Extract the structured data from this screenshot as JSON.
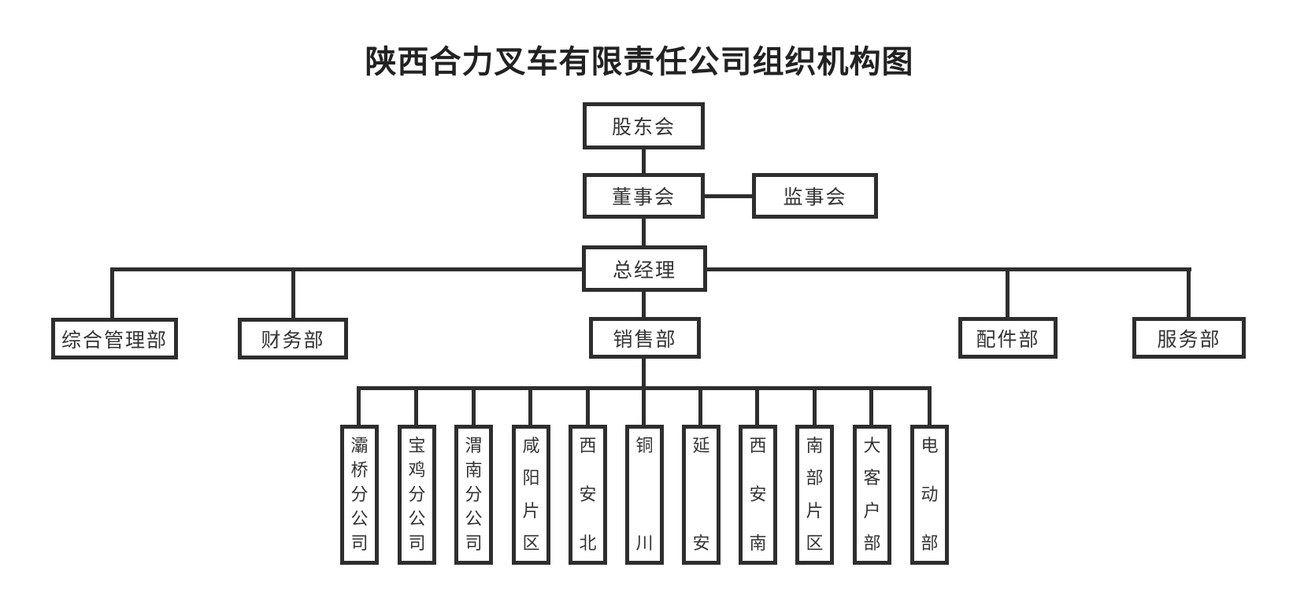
{
  "page": {
    "title": "陕西合力叉车有限责任公司组织机构图"
  },
  "theme": {
    "line_color": "#2e2e2e",
    "text_color": "#333333",
    "title_color": "#222222",
    "bg_color": "#ffffff"
  },
  "org": {
    "shareholders": {
      "label": "股东会"
    },
    "board": {
      "label": "董事会"
    },
    "supervisory": {
      "label": "监事会"
    },
    "general_manager": {
      "label": "总经理"
    },
    "departments": [
      {
        "label": "综合管理部"
      },
      {
        "label": "财务部"
      },
      {
        "label": "销售部"
      },
      {
        "label": "配件部"
      },
      {
        "label": "服务部"
      }
    ],
    "sales_children": [
      {
        "label": "灞桥分公司"
      },
      {
        "label": "宝鸡分公司"
      },
      {
        "label": "渭南分公司"
      },
      {
        "label": "咸阳片区"
      },
      {
        "label": "西安北"
      },
      {
        "label": "铜川"
      },
      {
        "label": "延安"
      },
      {
        "label": "西安南"
      },
      {
        "label": "南部片区"
      },
      {
        "label": "大客户部"
      },
      {
        "label": "电动部"
      }
    ]
  }
}
